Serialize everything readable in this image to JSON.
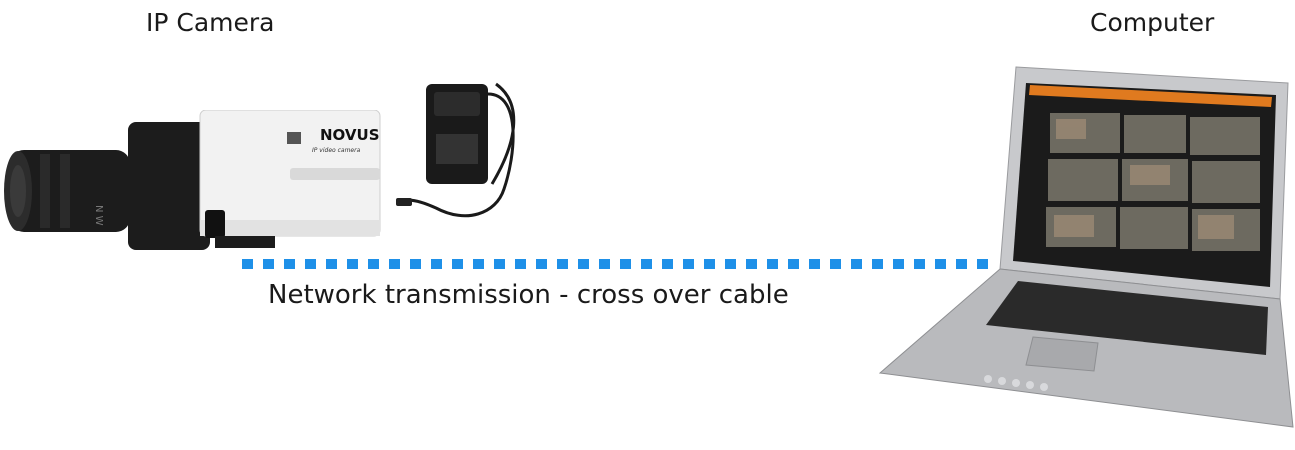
{
  "diagram": {
    "camera_label": "IP Camera",
    "computer_label": "Computer",
    "cable_label": "Network transmission - cross over cable",
    "camera_brand": "NOVUS",
    "camera_subtitle": "IP video camera"
  },
  "colors": {
    "cable": "#1e90e8",
    "text": "#1a1a1a",
    "camera_body": "#f2f2f2",
    "camera_dark": "#1c1c1c",
    "laptop_silver": "#c8c9cc",
    "screen_toolbar": "#e07a1f"
  }
}
